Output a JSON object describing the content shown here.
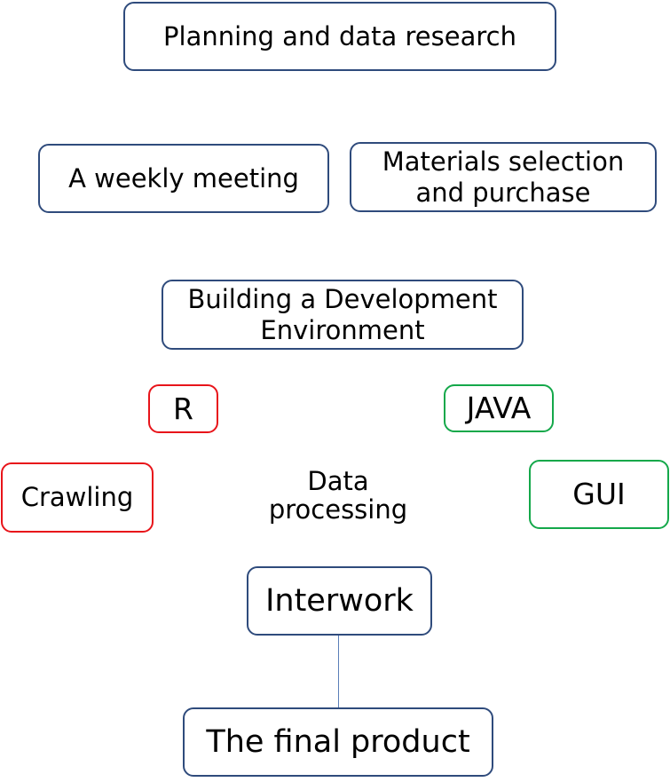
{
  "nodes": {
    "planning": "Planning and data research",
    "weekly_meeting": "A weekly meeting",
    "materials": "Materials selection\nand purchase",
    "dev_env": "Building a Development\nEnvironment",
    "r": "R",
    "java": "JAVA",
    "crawling": "Crawling",
    "data_processing": "Data\nprocessing",
    "gui": "GUI",
    "interwork": "Interwork",
    "final_product": "The final product"
  },
  "colors": {
    "box_border": "#2f4b7c",
    "r_branch": "#e8141a",
    "java_branch": "#14a84a",
    "connector": "#5a7fb8"
  }
}
